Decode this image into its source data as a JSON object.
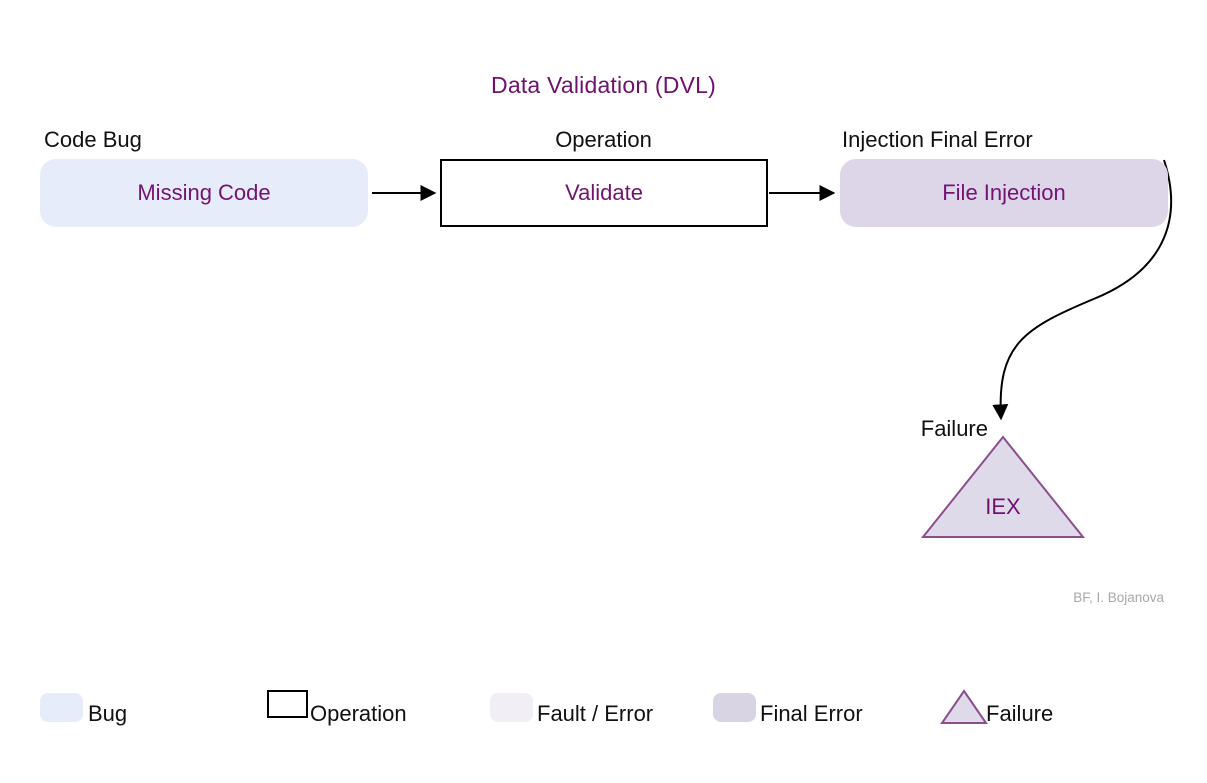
{
  "title": "Data Validation (DVL)",
  "attribution": "BF, I. Bojanova",
  "nodes": {
    "bug": {
      "category": "Code Bug",
      "value": "Missing Code",
      "shape": "rounded-rect",
      "fill": "#e7ecfa"
    },
    "operation": {
      "category": "Operation",
      "value": "Validate",
      "shape": "rect-outline",
      "fill": "#ffffff"
    },
    "final_error": {
      "category": "Injection Final Error",
      "value": "File Injection",
      "shape": "rounded-rect",
      "fill": "#dcd6e8"
    },
    "failure": {
      "category": "Failure",
      "value": "IEX",
      "shape": "triangle",
      "fill": "#dedae9",
      "stroke": "#8b4f8b"
    }
  },
  "edges": [
    {
      "from": "Missing Code",
      "to": "Validate"
    },
    {
      "from": "Validate",
      "to": "File Injection"
    },
    {
      "from": "File Injection",
      "to": "IEX"
    }
  ],
  "legend": [
    {
      "label": "Bug",
      "swatch": "rounded-rect",
      "color": "#e7ecfa"
    },
    {
      "label": "Operation",
      "swatch": "rect-outline",
      "color": "#ffffff"
    },
    {
      "label": "Fault / Error",
      "swatch": "rounded-rect",
      "color": "#f1eef6"
    },
    {
      "label": "Final Error",
      "swatch": "rounded-rect",
      "color": "#d9d4e4"
    },
    {
      "label": "Failure",
      "swatch": "triangle",
      "color": "#dedae9"
    }
  ],
  "colors": {
    "accent_text": "#70116e",
    "connector": "#000000",
    "failure_fill": "#dedae9",
    "failure_stroke": "#8b4f8b",
    "attribution_text": "#a8a8a8"
  }
}
